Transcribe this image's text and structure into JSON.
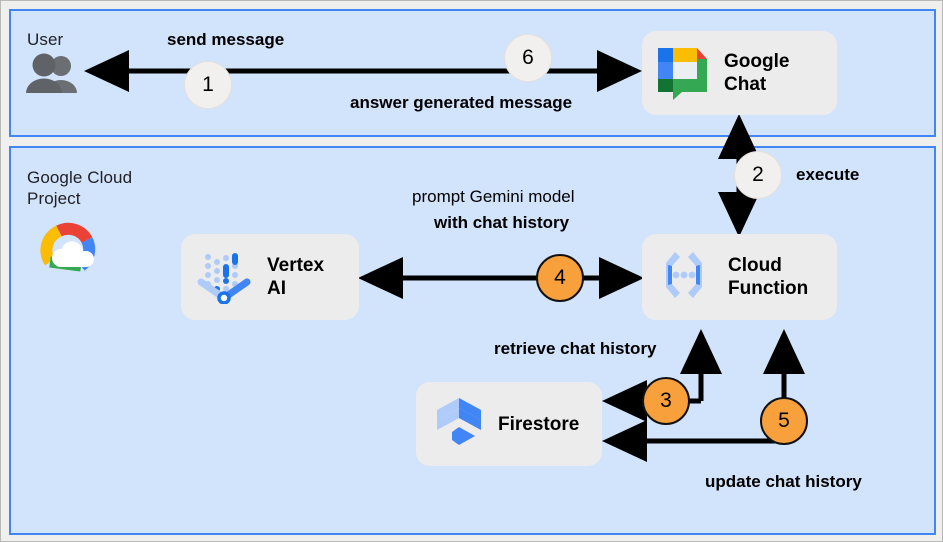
{
  "diagram": {
    "title": "Google Chat Gemini app architecture",
    "colors": {
      "panel_fill": "#d2e3fc",
      "panel_border": "#4285f4",
      "node_fill": "#ececec",
      "badge_orange": "#f8a13c",
      "badge_gray": "#f1f0ee",
      "page_background": "#efefed",
      "wire": "#000000"
    }
  },
  "panels": [
    {
      "id": "user",
      "title": "User"
    },
    {
      "id": "gcp",
      "title": "Google Cloud\nProject"
    }
  ],
  "nodes": [
    {
      "id": "google-chat",
      "label": "Google\nChat",
      "icon": "google-chat-icon"
    },
    {
      "id": "vertex-ai",
      "label": "Vertex\nAI",
      "icon": "vertex-ai-icon"
    },
    {
      "id": "cloud-function",
      "label": "Cloud\nFunction",
      "icon": "cloud-function-icon"
    },
    {
      "id": "firestore",
      "label": "Firestore",
      "icon": "firestore-icon"
    }
  ],
  "icons": {
    "user": "users-icon",
    "google_cloud": "google-cloud-icon"
  },
  "edge_labels": [
    {
      "id": "send-message",
      "text": "send message"
    },
    {
      "id": "answer-generated",
      "text": "answer generated message"
    },
    {
      "id": "execute",
      "text": "execute"
    },
    {
      "id": "prompt-gemini",
      "text": "prompt Gemini model"
    },
    {
      "id": "with-chat-history",
      "text": "with chat history"
    },
    {
      "id": "retrieve-history",
      "text": "retrieve chat history"
    },
    {
      "id": "update-history",
      "text": "update chat history"
    }
  ],
  "steps": [
    {
      "number": "1",
      "style": "gray",
      "edge": "answer generated message to user"
    },
    {
      "number": "2",
      "style": "gray",
      "edge": "execute"
    },
    {
      "number": "3",
      "style": "orange",
      "edge": "retrieve chat history"
    },
    {
      "number": "4",
      "style": "orange",
      "edge": "prompt Gemini model with chat history"
    },
    {
      "number": "5",
      "style": "orange",
      "edge": "update chat history"
    },
    {
      "number": "6",
      "style": "gray",
      "edge": "send message to Google Chat"
    }
  ]
}
